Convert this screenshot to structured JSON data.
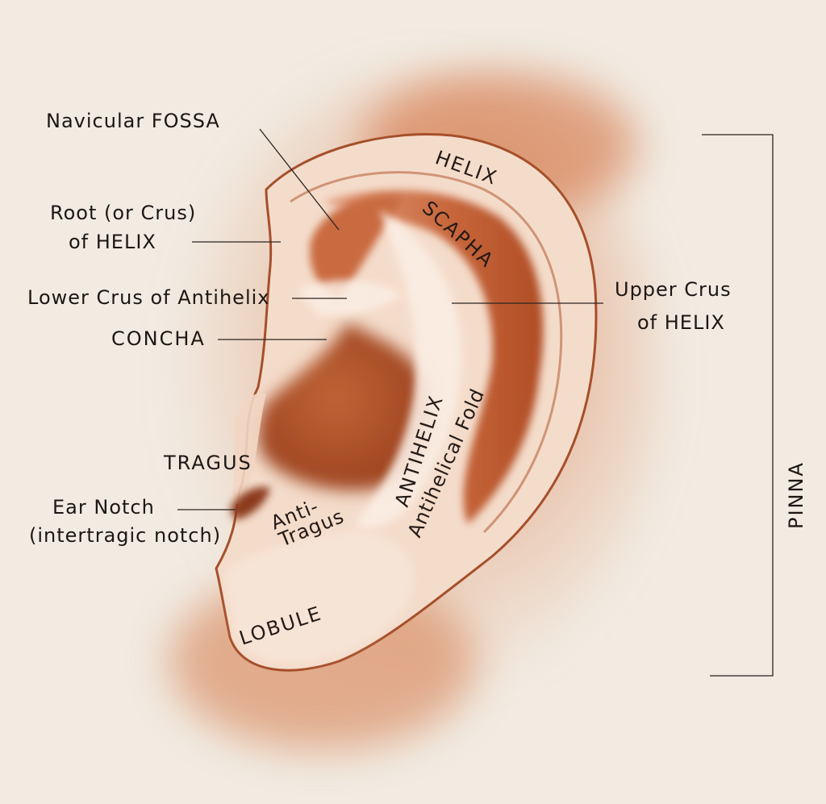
{
  "diagram": {
    "subject": "External ear (pinna) anatomy",
    "labels": {
      "navicular_fossa": "Navicular FOSSA",
      "root_line1": "Root (or Crus)",
      "root_line2": "of HELIX",
      "lower_crus": "Lower Crus of Antihelix",
      "concha": "CONCHA",
      "tragus": "TRAGUS",
      "ear_notch_line1": "Ear Notch",
      "ear_notch_line2": "(intertragic notch)",
      "helix": "HELIX",
      "scapha": "SCAPHA",
      "upper_crus_line1": "Upper Crus",
      "upper_crus_line2": "of HELIX",
      "antihelix": "ANTIHELIX",
      "antihelical_fold": "Antihelical Fold",
      "antitragus_line1": "Anti-",
      "antitragus_line2": "Tragus",
      "lobule": "LOBULE",
      "pinna": "PINNA"
    },
    "colors": {
      "paper": "#f1ebe2",
      "skin_light": "#f6e2d3",
      "skin_mid": "#e2a07c",
      "skin_dark": "#b8552d",
      "cavity_dark": "#a44a24",
      "ink": "#1c1714"
    }
  }
}
